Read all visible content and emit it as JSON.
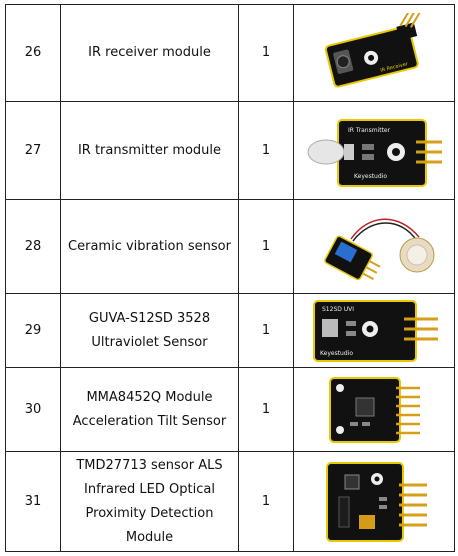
{
  "rows": [
    {
      "num": "26",
      "name": "IR receiver module",
      "qty": "1",
      "image_icon": "ir-receiver-module-photo",
      "board_label": "IR Receiver"
    },
    {
      "num": "27",
      "name": "IR transmitter module",
      "qty": "1",
      "image_icon": "ir-transmitter-module-photo",
      "board_label": "IR Transmitter",
      "brand": "Keyestudio"
    },
    {
      "num": "28",
      "name": "Ceramic vibration sensor",
      "qty": "1",
      "image_icon": "ceramic-vibration-sensor-photo"
    },
    {
      "num": "29",
      "name": "GUVA-S12SD 3528 Ultraviolet Sensor",
      "qty": "1",
      "image_icon": "uv-sensor-module-photo",
      "board_label": "S12SD UVI",
      "brand": "Keyestudio"
    },
    {
      "num": "30",
      "name": "MMA8452Q Module Acceleration Tilt Sensor",
      "qty": "1",
      "image_icon": "accelerometer-module-photo"
    },
    {
      "num": "31",
      "name": "TMD27713 sensor ALS Infrared LED Optical Proximity Detection Module",
      "qty": "1",
      "image_icon": "proximity-sensor-module-photo"
    }
  ],
  "colors": {
    "board": "#111111",
    "border_yellow": "#e8c800",
    "header_pin": "#d4a017",
    "blue_trim": "#2a6fd0",
    "text_dark": "#111111"
  }
}
